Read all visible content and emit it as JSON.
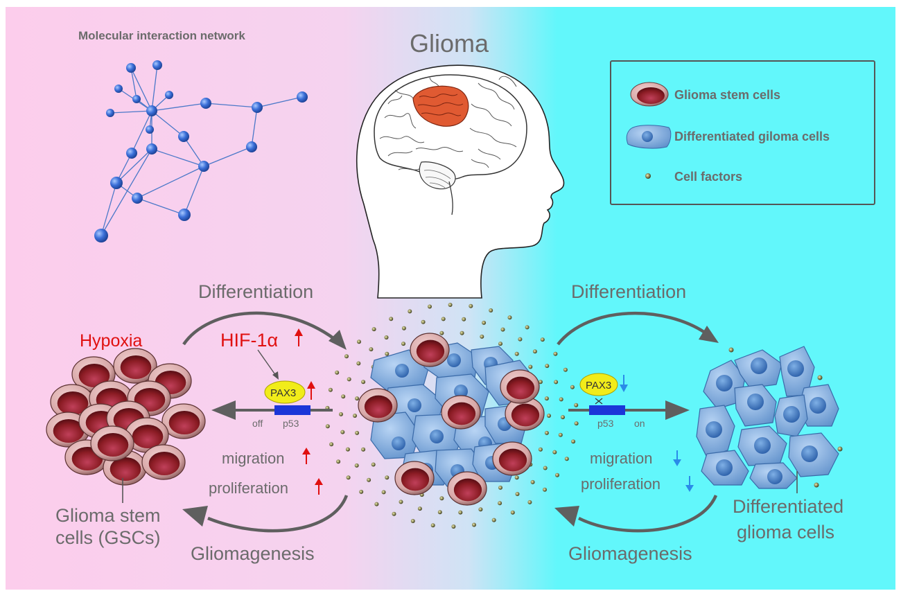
{
  "title": "Glioma",
  "network_label": "Molecular interaction network",
  "legend": {
    "stem_cells": "Glioma stem cells",
    "differentiated_cells": "Differentiated giloma cells",
    "cell_factors": "Cell factors"
  },
  "left": {
    "hypoxia": "Hypoxia",
    "hif": "HIF-1α",
    "differentiation": "Differentiation",
    "gliomagenesis": "Gliomagenesis",
    "pax3": "PAX3",
    "p53": "p53",
    "off": "off",
    "migration": "migration",
    "proliferation": "proliferation",
    "gsc_line1": "Glioma stem",
    "gsc_line2": "cells (GSCs)"
  },
  "right": {
    "differentiation": "Differentiation",
    "gliomagenesis": "Gliomagenesis",
    "pax3": "PAX3",
    "p53": "p53",
    "on": "on",
    "migration": "migration",
    "proliferation": "proliferation",
    "diff_line1": "Differentiated",
    "diff_line2": "glioma cells"
  },
  "colors": {
    "bg_left": "#fccdec",
    "bg_mid": "#dde6f4",
    "bg_right": "#62f7fb",
    "red": "#e01010",
    "blue_arrow": "#2a8be8",
    "gray_text": "#6b6b6b",
    "arrow_gray": "#5f5f5f",
    "stem_cell": "#8b1c24",
    "diff_cell": "#6f9ed4",
    "brain_tumor": "#e05a32",
    "pax3": "#f1ec1a",
    "p53_box": "#1b36d8"
  }
}
